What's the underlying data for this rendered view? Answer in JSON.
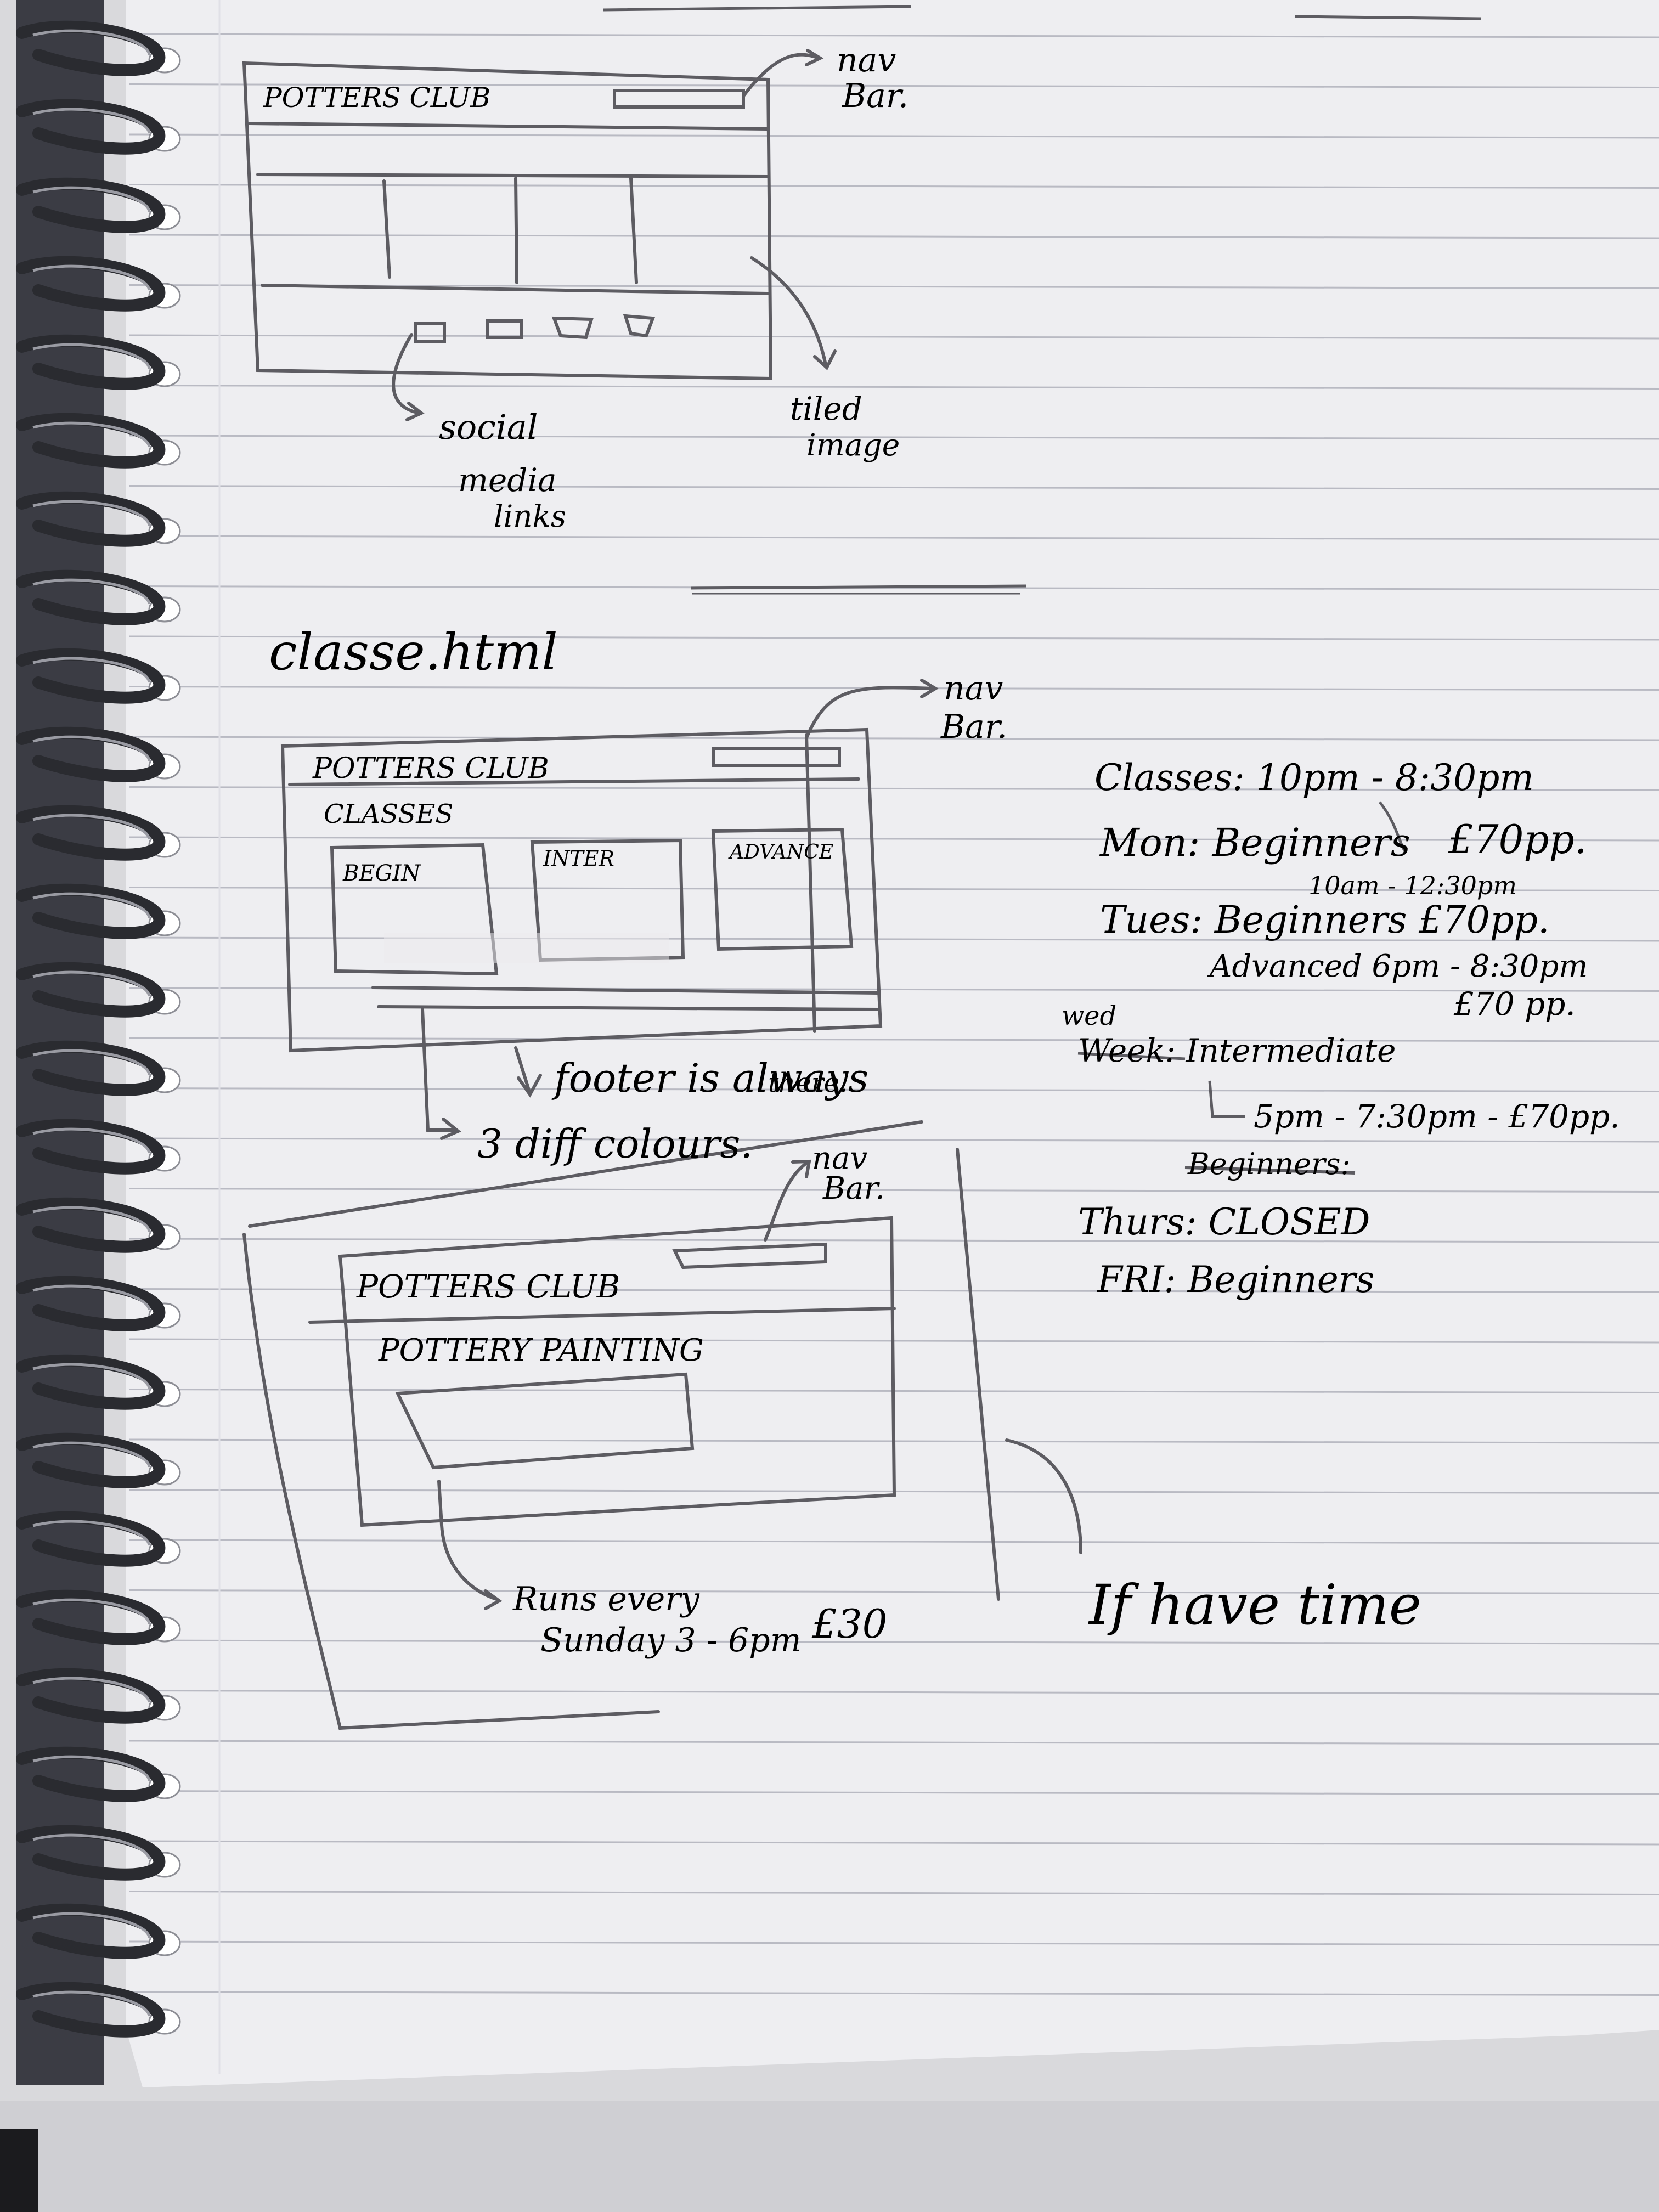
{
  "colors": {
    "paper": "#eeeef1",
    "rule_line": "#b9bac3",
    "margin_line": "#e0e0e6",
    "pencil": "#5d5c62",
    "spiral_wire": "#2a2b30",
    "backing": "#d9d9dc"
  },
  "wireframe_home": {
    "logo": "POTTERS CLUB",
    "nav_note": [
      "nav",
      "Bar."
    ],
    "social_note": [
      "social",
      "media",
      "links"
    ],
    "tiled_note": [
      "tiled",
      "image"
    ]
  },
  "classes_page": {
    "heading": "classe.html",
    "logo": "POTTERS CLUB",
    "section_title": "CLASSES",
    "cards": [
      "BEGIN",
      "INTER",
      "ADVANCE"
    ],
    "nav_note": [
      "nav",
      "Bar."
    ],
    "footer_note": [
      "footer is always",
      "there."
    ],
    "colours_note": "3 diff colours."
  },
  "schedule": {
    "header": "Classes: 10pm - 8:30pm",
    "mon": "Mon: Beginners",
    "mon_price": "£70pp.",
    "mon_time": "10am - 12:30pm",
    "tues": "Tues: Beginners £70pp.",
    "tues_adv": "Advanced 6pm - 8:30pm",
    "tues_price": "£70 pp.",
    "wed_small": "wed",
    "wed": "Week: Intermediate",
    "wed_time": "5pm - 7:30pm - £70pp.",
    "struck": "Beginners:",
    "thurs": "Thurs: CLOSED",
    "fri": "FRI: Beginners"
  },
  "painting_page": {
    "logo": "POTTERS CLUB",
    "title": "POTTERY PAINTING",
    "nav_note": [
      "nav",
      "Bar."
    ],
    "runs_note": [
      "Runs every",
      "Sunday 3 - 6pm",
      "£30"
    ],
    "if_time": "If have time"
  }
}
